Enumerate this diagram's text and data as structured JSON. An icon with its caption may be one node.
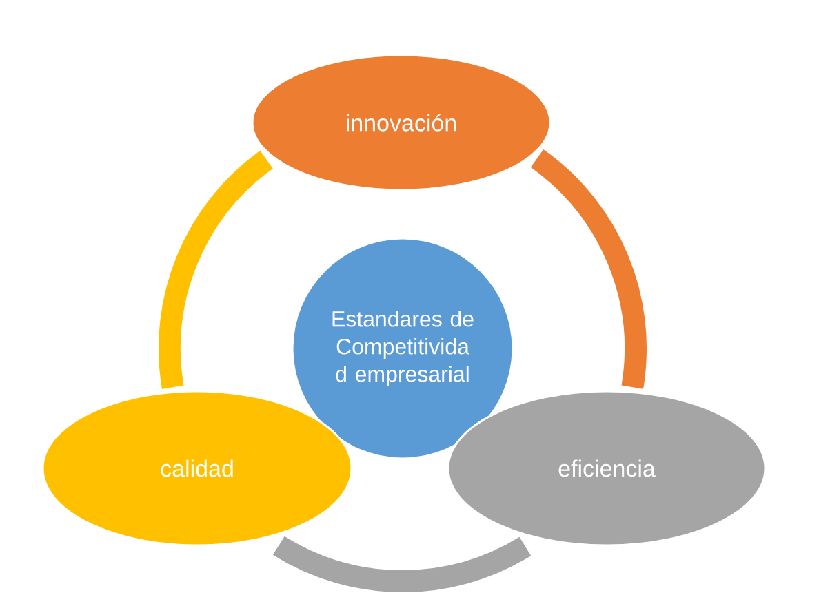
{
  "diagram": {
    "nodes": [
      {
        "text": [
          "innovación"
        ]
      },
      {
        "text": [
          "Estandares de Competitivida d empresarial"
        ]
      },
      {
        "text": [
          "calidad"
        ]
      },
      {
        "text": [
          "eficiencia"
        ]
      }
    ],
    "edges": [
      {
        "from": 0,
        "to": 3,
        "arrow": "none",
        "color": "#ed7d31"
      },
      {
        "from": 3,
        "to": 2,
        "arrow": "none",
        "color": "#a5a5a5"
      },
      {
        "from": 2,
        "to": 0,
        "arrow": "none",
        "color": "#ffc000"
      }
    ]
  }
}
